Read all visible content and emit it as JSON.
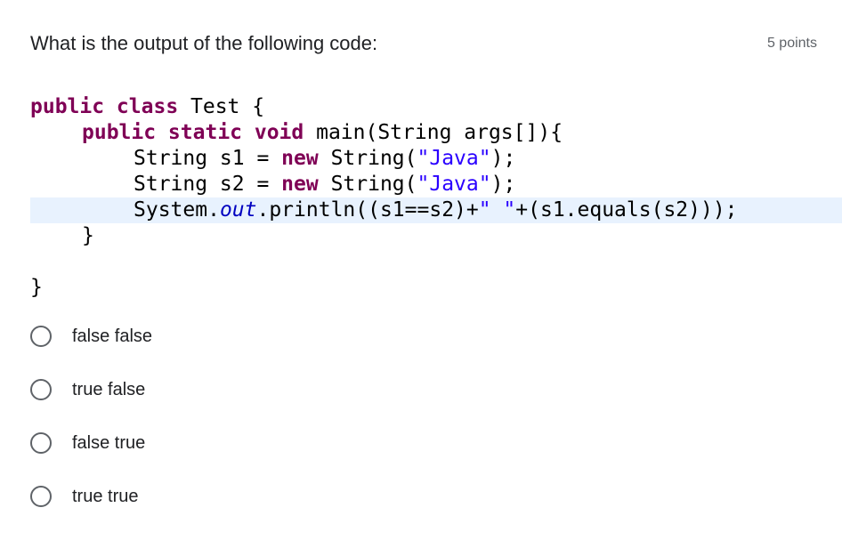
{
  "question": {
    "title": "What is the output of the following code:",
    "points": "5 points"
  },
  "code": {
    "line1_kw": "public class",
    "line1_rest": " Test {",
    "line2_kw": "public static void",
    "line2_rest": " main(String args[]){",
    "line3_type": "String s1 = ",
    "line3_kw": "new",
    "line3_mid": " String(",
    "line3_str": "\"Java\"",
    "line3_end": ");",
    "line4_type": "String s2 = ",
    "line4_kw": "new",
    "line4_mid": " String(",
    "line4_str": "\"Java\"",
    "line4_end": ");",
    "line5_pre": "System.",
    "line5_field": "out",
    "line5_mid": ".println((s1==s2)+",
    "line5_str": "\" \"",
    "line5_end": "+(s1.equals(s2)));",
    "line6": "}",
    "line7": "}"
  },
  "options": [
    {
      "label": "false false",
      "selected": false
    },
    {
      "label": "true false",
      "selected": false
    },
    {
      "label": "false true",
      "selected": false
    },
    {
      "label": "true true",
      "selected": false
    }
  ],
  "colors": {
    "keyword": "#7f0055",
    "string": "#2a00ff",
    "field": "#0000c0",
    "highlight_line": "#e8f2fe",
    "radio_border": "#5f6368"
  }
}
